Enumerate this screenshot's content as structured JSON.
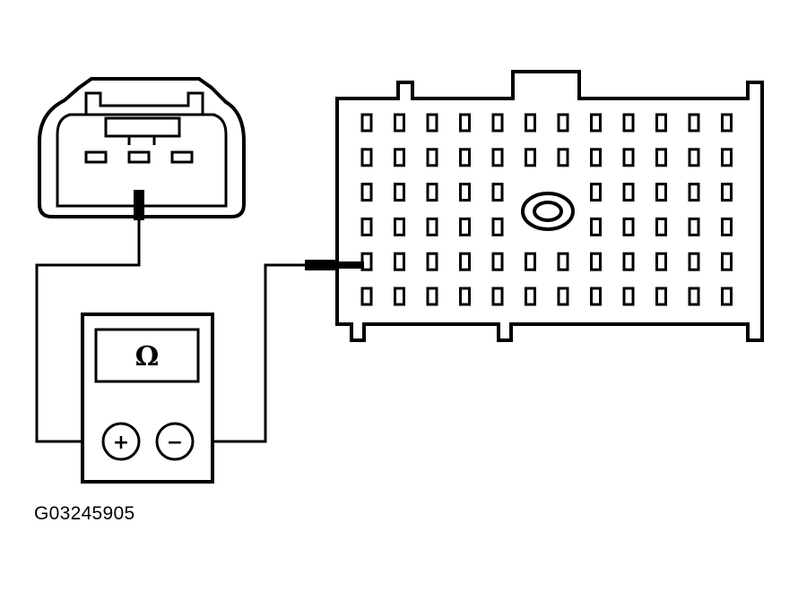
{
  "meter": {
    "display_symbol": "Ω",
    "positive_symbol": "+",
    "negative_symbol": "−"
  },
  "large_connector": {
    "rows": 6,
    "columns": 12
  },
  "figure_id": "G03245905"
}
